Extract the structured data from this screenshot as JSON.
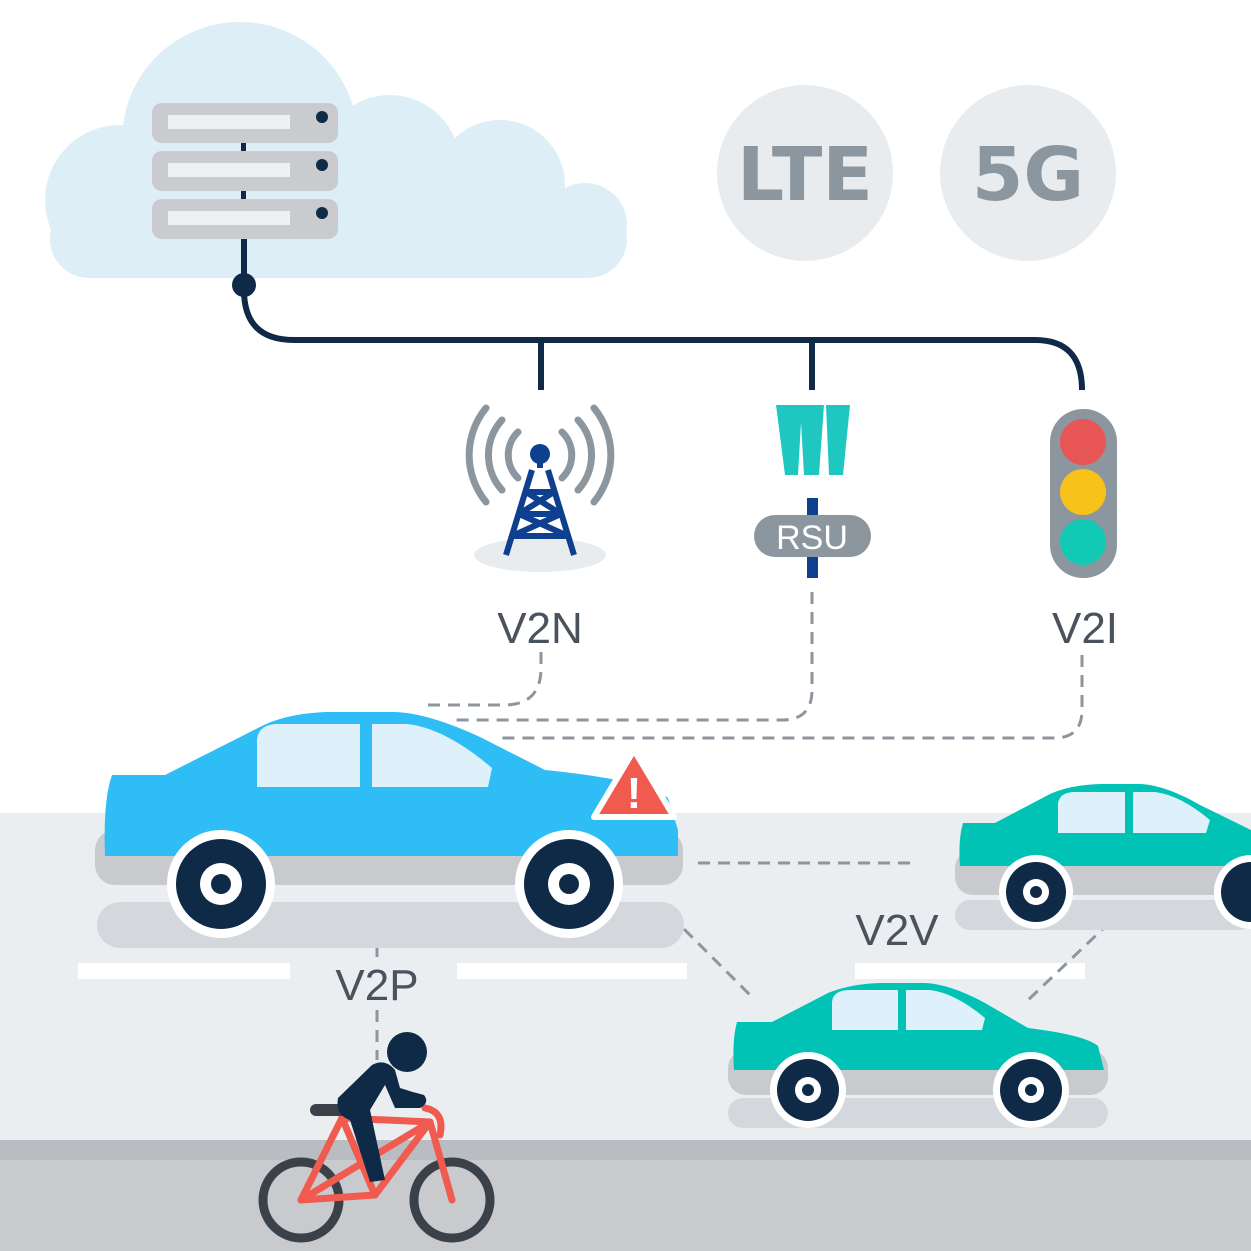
{
  "badges": {
    "lte": "LTE",
    "fiveg": "5G"
  },
  "labels": {
    "v2n": "V2N",
    "v2i": "V2I",
    "v2v": "V2V",
    "v2p": "V2P",
    "rsu": "RSU"
  },
  "warning_symbol": "!",
  "colors": {
    "cloud": "#ddeef7",
    "server": "#c9cbcf",
    "network_line": "#0e2a47",
    "main_car": "#2fbdf5",
    "other_cars": "#00c2b5",
    "road": "#ebeef1",
    "sidewalk": "#c8cace",
    "warning": "#f05a4f",
    "bike": "#f05a4f",
    "tower": "#0f3f8f",
    "rsu_antenna": "#1ec8c0",
    "light_red": "#e85555",
    "light_yellow": "#f9c21a",
    "light_green": "#12c9b6"
  }
}
